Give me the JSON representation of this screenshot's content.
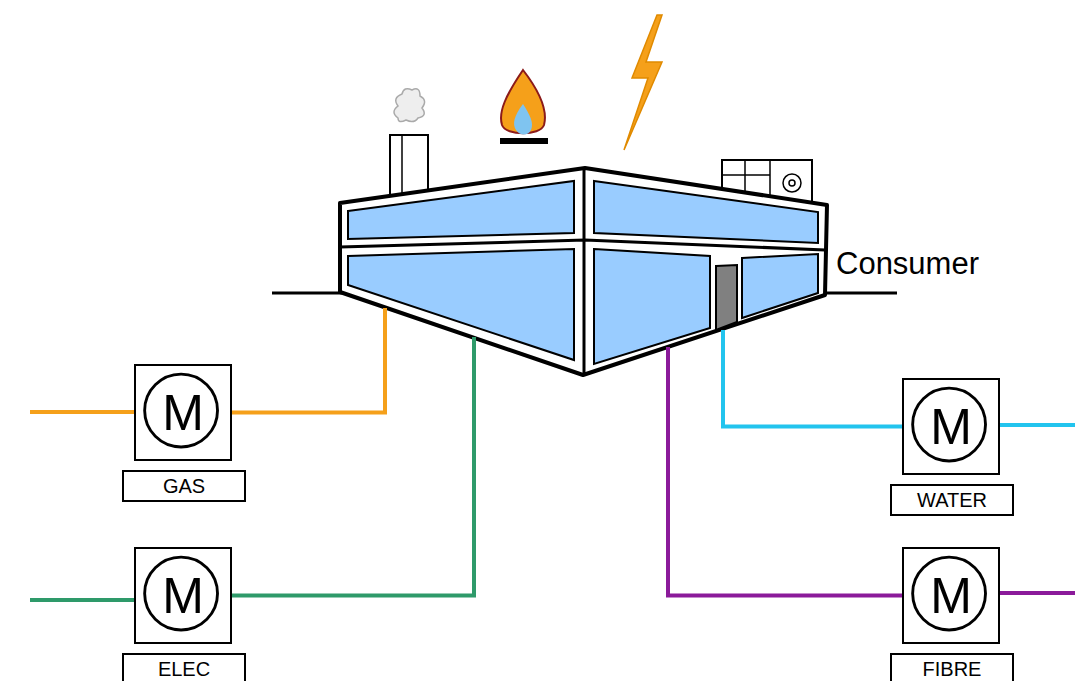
{
  "diagram": {
    "nodes": [
      {
        "text": [
          "Consumer"
        ]
      },
      {
        "text": [
          "M",
          "GAS"
        ]
      },
      {
        "text": [
          "M",
          "WATER"
        ]
      },
      {
        "text": [
          "M",
          "ELEC"
        ]
      },
      {
        "text": [
          "M",
          "FIBRE"
        ]
      }
    ],
    "edges": [
      {
        "from": 1,
        "to": 0,
        "arrow": "none"
      },
      {
        "from": 2,
        "to": 0,
        "arrow": "none"
      },
      {
        "from": 3,
        "to": 0,
        "arrow": "none"
      },
      {
        "from": 4,
        "to": 0,
        "arrow": "none"
      }
    ]
  }
}
